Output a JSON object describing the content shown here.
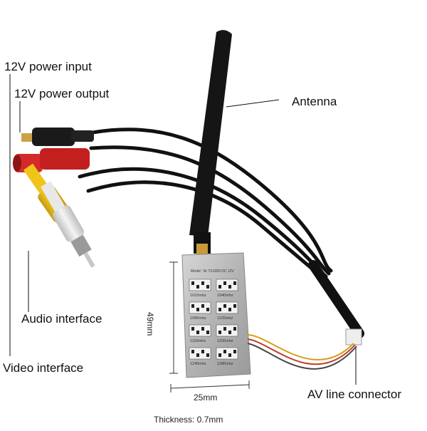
{
  "labels": {
    "power_input": "12V power input",
    "power_output": "12V power output",
    "antenna": "Antenna",
    "audio_interface": "Audio interface",
    "video_interface": "Video interface",
    "av_line_connector": "AV line connector"
  },
  "dimensions": {
    "height": "49mm",
    "width": "25mm",
    "thickness": "Thickness: 0.7mm"
  },
  "module": {
    "model": "Model : Nr TX1000   DC 12V",
    "channels": [
      "1010mhz",
      "1040mhz",
      "1080mhz",
      "1120mhz",
      "1160mhz",
      "1200mhz",
      "1240mhz",
      "1280mhz"
    ]
  },
  "colors": {
    "background": "#ffffff",
    "cable": "#111111",
    "antenna": "#151515",
    "plug_black": "#1a1a1a",
    "plug_red": "#d42a2a",
    "plug_yellow": "#f0c419",
    "plug_white": "#e8e8e8",
    "module_metal": "#b5b5b5"
  }
}
